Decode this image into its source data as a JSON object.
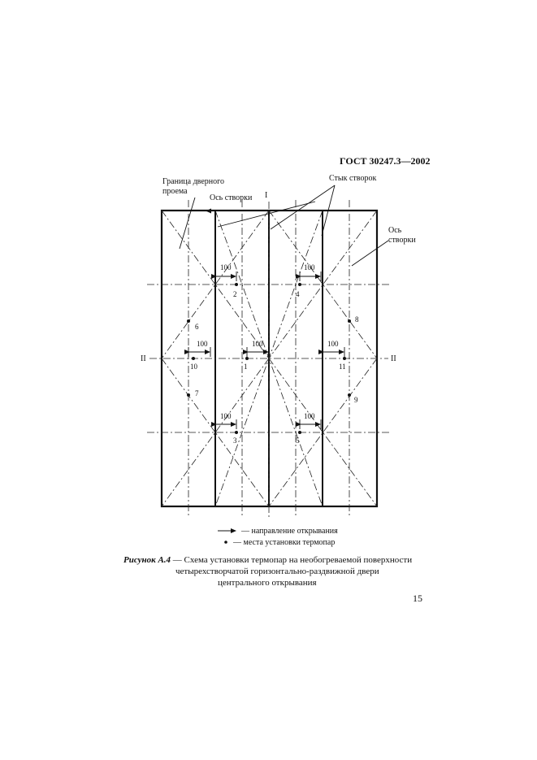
{
  "header": {
    "doc_code": "ГОСТ 30247.3—2002"
  },
  "figure": {
    "label_opening_border_line1": "Граница дверного",
    "label_opening_border_line2": "проема",
    "label_leaf_axis_left": "Ось створки",
    "label_leaf_joint": "Стык створок",
    "label_leaf_axis_right_line1": "Ось",
    "label_leaf_axis_right_line2": "створки",
    "section_vertical": "I",
    "section_horizontal_left": "II",
    "section_horizontal_right": "II",
    "dimension": "100",
    "points": {
      "p1": "1",
      "p2": "2",
      "p3": "3",
      "p4": "4",
      "p5": "5",
      "p6": "6",
      "p7": "7",
      "p8": "8",
      "p9": "9",
      "p10": "10",
      "p11": "11"
    }
  },
  "legend": {
    "arrow_text": "— направление открывания",
    "dot_text": "— места установки термопар"
  },
  "caption": {
    "label": "Рисунок А.4",
    "line1": " — Схема установки термопар на необогреваемой поверхности",
    "line2": "четырехстворчатой горизонтально-раздвижной двери",
    "line3": "центрального открывания"
  },
  "page_number": "15"
}
